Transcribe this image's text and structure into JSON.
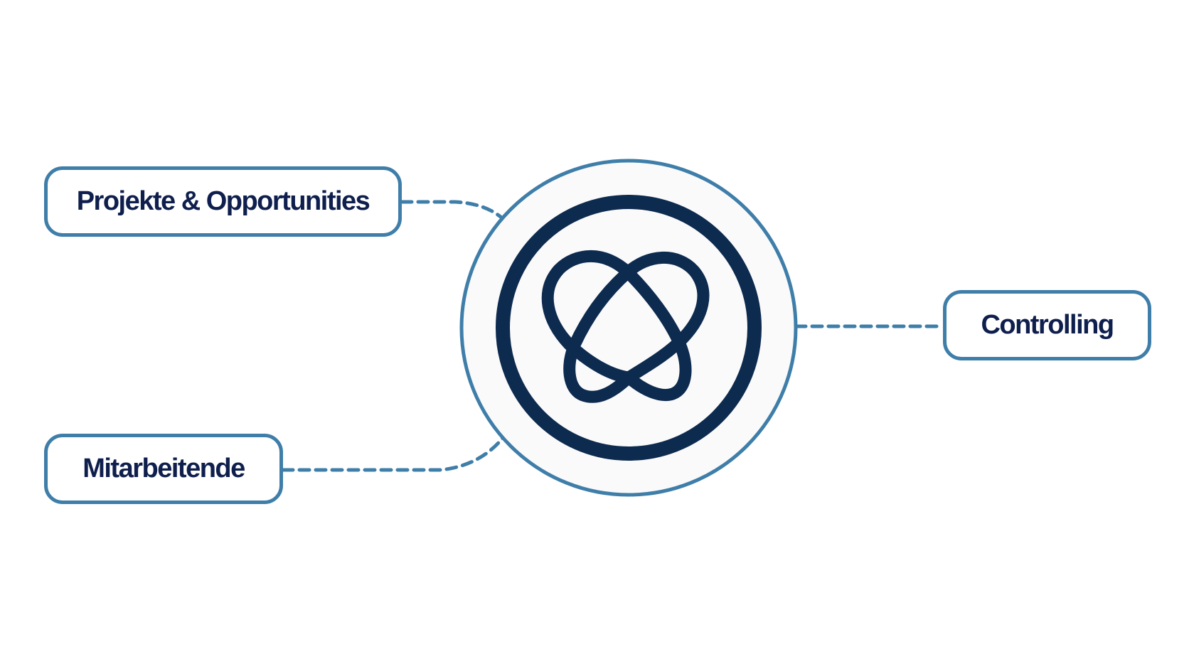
{
  "diagram": {
    "nodes": {
      "projekte": "Projekte & Opportunities",
      "mitarbeitende": "Mitarbeitende",
      "controlling": "Controlling"
    },
    "center": {
      "icon": "knot-icon"
    },
    "colors": {
      "accent": "#3f7ea9",
      "dark": "#0d2a4f",
      "text": "#0f1f4d",
      "background": "#ffffff",
      "hub_fill": "#fafafa"
    }
  }
}
